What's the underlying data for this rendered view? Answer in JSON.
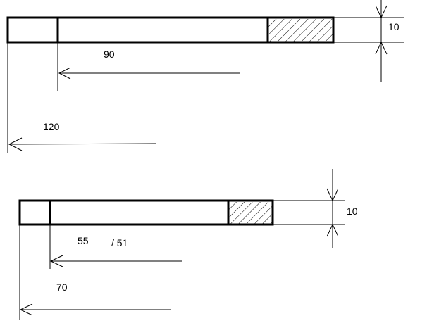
{
  "diagram": {
    "top_assembly": {
      "dims": {
        "height_label": "10",
        "inner_length_label": "90",
        "outer_length_label": "120"
      }
    },
    "bottom_assembly": {
      "dims": {
        "height_label": "10",
        "inner_length_label": "55",
        "alt_length_label": "/ 51",
        "outer_length_label": "70"
      }
    }
  },
  "colors": {
    "stroke": "#000000",
    "background": "#ffffff"
  }
}
